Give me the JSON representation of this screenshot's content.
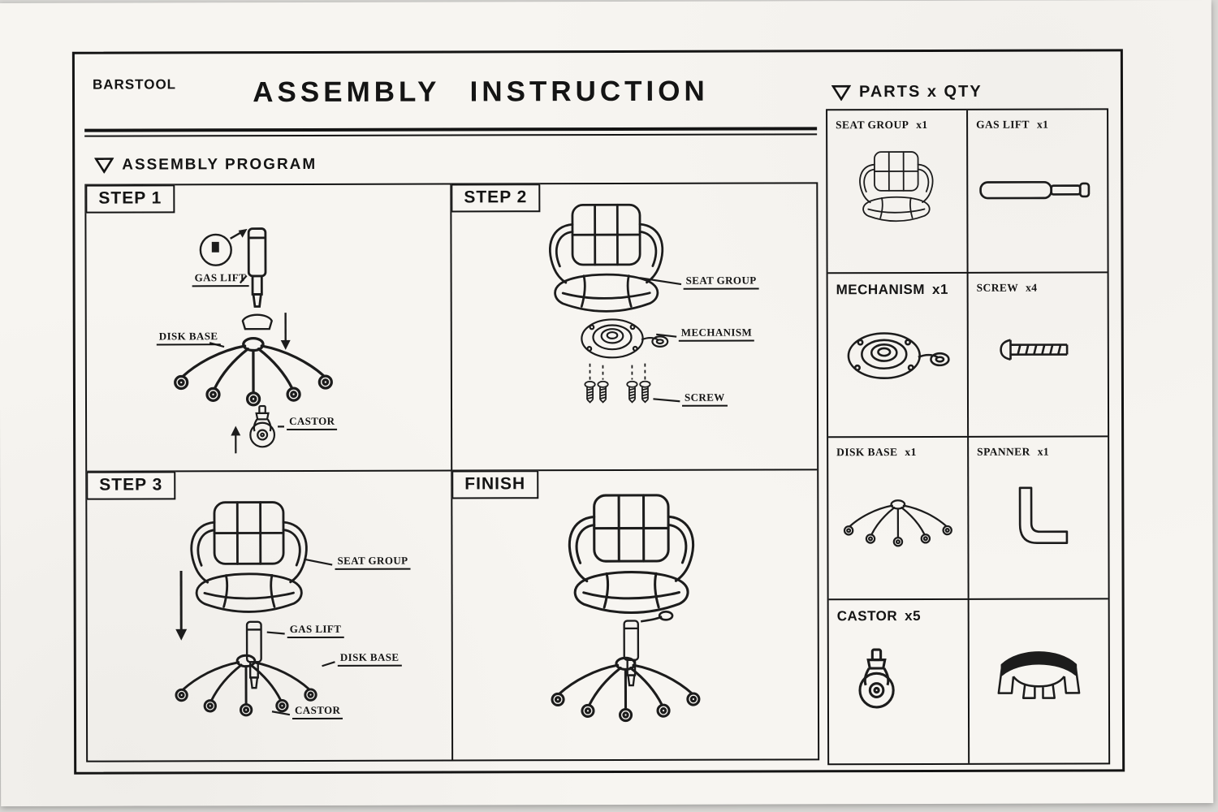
{
  "page": {
    "product": "BARSTOOL",
    "title": "ASSEMBLY INSTRUCTION"
  },
  "assembly_program": {
    "heading": "ASSEMBLY PROGRAM",
    "steps": [
      {
        "label": "STEP 1",
        "callouts": [
          "GAS LIFT",
          "DISK BASE",
          "CASTOR"
        ]
      },
      {
        "label": "STEP 2",
        "callouts": [
          "SEAT GROUP",
          "MECHANISM",
          "SCREW"
        ]
      },
      {
        "label": "STEP 3",
        "callouts": [
          "SEAT GROUP",
          "GAS LIFT",
          "DISK BASE",
          "CASTOR"
        ]
      },
      {
        "label": "FINISH",
        "callouts": []
      }
    ]
  },
  "parts": {
    "heading": "PARTS x QTY",
    "items": [
      {
        "name": "SEAT GROUP",
        "qty": "x1"
      },
      {
        "name": "GAS LIFT",
        "qty": "x1"
      },
      {
        "name": "MECHANISM",
        "qty": "x1"
      },
      {
        "name": "SCREW",
        "qty": "x4"
      },
      {
        "name": "DISK BASE",
        "qty": "x1"
      },
      {
        "name": "SPANNER",
        "qty": "x1"
      },
      {
        "name": "CASTOR",
        "qty": "x5"
      },
      {
        "name": "",
        "qty": ""
      }
    ]
  }
}
